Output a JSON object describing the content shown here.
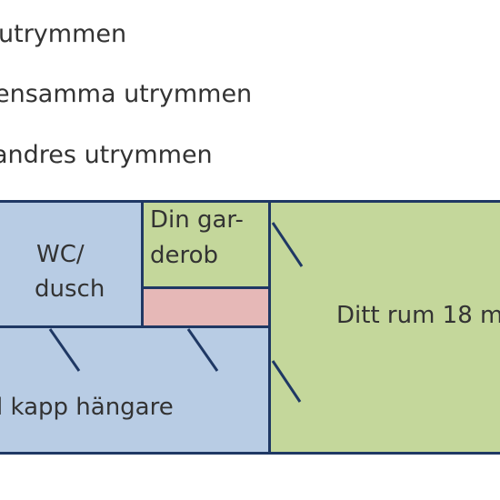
{
  "legend": [
    {
      "label": "utrymmen"
    },
    {
      "label": "ensamma utrymmen"
    },
    {
      "label": "andres utrymmen"
    }
  ],
  "rooms": {
    "wc": {
      "label_line1": "WC/",
      "label_line2": "dusch"
    },
    "wardrobe": {
      "label_line1": "Din gar-",
      "label_line2": "derob"
    },
    "hall": {
      "label": "l kapp hängare"
    },
    "own_room": {
      "label": "Ditt rum 18 m"
    }
  },
  "colors": {
    "shared": "#b8cce4",
    "own": "#c4d79b",
    "others": "#e6b8b7",
    "wall": "#1f3864"
  }
}
